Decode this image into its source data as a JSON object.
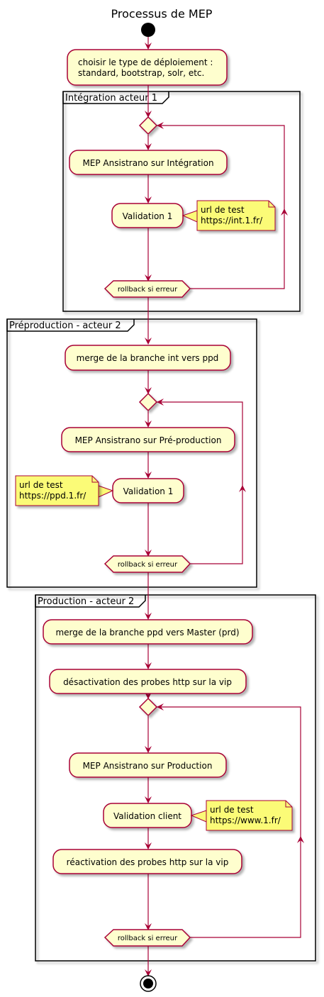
{
  "title": "Processus de MEP",
  "colors": {
    "arrow": "#A80036",
    "activity_fill": "#FEFECE",
    "note_fill": "#FBFB77",
    "frame": "#000000"
  },
  "start_step": {
    "label_line1": "choisir le type de déploiement :",
    "label_line2": "standard, bootstrap, solr, etc."
  },
  "groups": [
    {
      "title": "Intégration acteur 1",
      "steps": [
        "MEP Ansistrano sur Intégration",
        "Validation 1"
      ],
      "note": {
        "line1": "url de test",
        "line2": "https://int.1.fr/"
      },
      "condition": "rollback si erreur"
    },
    {
      "title": "Préproduction - acteur 2",
      "pre_step": "merge de la branche int vers ppd",
      "steps": [
        "MEP Ansistrano sur Pré-production",
        "Validation 1"
      ],
      "note": {
        "line1": "url de test",
        "line2": "https://ppd.1.fr/"
      },
      "condition": "rollback si erreur"
    },
    {
      "title": "Production - acteur 2",
      "pre_steps": [
        "merge de la branche ppd vers Master (prd)",
        "désactivation des probes http sur la vip"
      ],
      "steps": [
        "MEP Ansistrano sur Production",
        "Validation client",
        "réactivation des probes http sur la vip"
      ],
      "note": {
        "line1": "url de test",
        "line2": "https://www.1.fr/"
      },
      "condition": "rollback si erreur"
    }
  ]
}
